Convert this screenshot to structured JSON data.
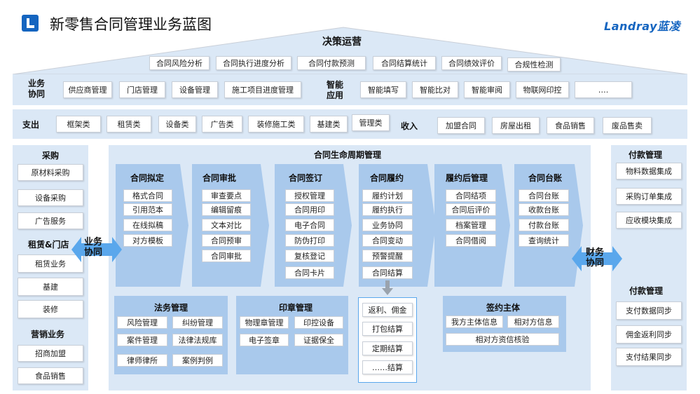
{
  "header": {
    "title": "新零售合同管理业务蓝图",
    "brand": "Landray蓝凌"
  },
  "decision": {
    "title": "决策运营",
    "items": [
      "合同风险分析",
      "合同执行进度分析",
      "合同付款预测",
      "合同结算统计",
      "合同绩效评价",
      "合规性检测"
    ]
  },
  "biz_row": {
    "label": "业务\n协同",
    "items": [
      "供应商管理",
      "门店管理",
      "设备管理",
      "施工项目进度管理"
    ],
    "smart_label": "智能\n应用",
    "smart_items": [
      "智能填写",
      "智能比对",
      "智能审阅",
      "物联网印控",
      "…."
    ]
  },
  "expense_row": {
    "label": "支出",
    "items": [
      "框架类",
      "租赁类",
      "设备类",
      "广告类",
      "装修施工类",
      "基建类",
      "管理类"
    ],
    "income_label": "收入",
    "income_items": [
      "加盟合同",
      "房屋出租",
      "食品销售",
      "废品售卖"
    ]
  },
  "left_panel": {
    "procure_title": "采购",
    "procure_items": [
      "原材料采购",
      "设备采购",
      "广告服务"
    ],
    "lease_title": "租赁&门店",
    "lease_items": [
      "租赁业务",
      "基建",
      "装修"
    ],
    "marketing_title": "营销业务",
    "marketing_items": [
      "招商加盟",
      "食品销售"
    ]
  },
  "left_arrow": {
    "text": "业务\n协同"
  },
  "right_arrow": {
    "text": "财务\n协同"
  },
  "lifecycle": {
    "title": "合同生命周期管理",
    "stages": [
      {
        "title": "合同拟定",
        "items": [
          "格式合同",
          "引用范本",
          "在线拟稿",
          "对方模板"
        ]
      },
      {
        "title": "合同审批",
        "items": [
          "审查要点",
          "编辑留痕",
          "文本对比",
          "合同预审",
          "合同审批"
        ]
      },
      {
        "title": "合同签订",
        "items": [
          "授权管理",
          "合同用印",
          "电子合同",
          "防伪打印",
          "复核登记",
          "合同卡片"
        ]
      },
      {
        "title": "合同履约",
        "items": [
          "履约计划",
          "履约执行",
          "业务协同",
          "合同变动",
          "预警提醒",
          "合同结算"
        ]
      },
      {
        "title": "履约后管理",
        "items": [
          "合同结项",
          "合同后评价",
          "档案管理",
          "合同借阅"
        ]
      },
      {
        "title": "合同台账",
        "items": [
          "合同台账",
          "收款台账",
          "付款台账",
          "查询统计"
        ]
      }
    ],
    "settlement_items": [
      "返利、佣金",
      "打包结算",
      "定期结算",
      "……结算"
    ]
  },
  "legal": {
    "title": "法务管理",
    "items": [
      "风险管理",
      "纠纷管理",
      "案件管理",
      "法律法规库",
      "律师律所",
      "案例判例"
    ]
  },
  "seal": {
    "title": "印章管理",
    "items": [
      "物理章管理",
      "印控设备",
      "电子签章",
      "证据保全"
    ]
  },
  "signer": {
    "title": "签约主体",
    "items": [
      "我方主体信息",
      "相对方信息",
      "相对方资信核验"
    ]
  },
  "right_panel": {
    "pay_title_1": "付款管理",
    "pay_items_1": [
      "物料数据集成",
      "采购订单集成",
      "应收模块集成"
    ],
    "pay_title_2": "付款管理",
    "pay_items_2": [
      "支付数据同步",
      "佣金返利同步",
      "支付结果同步"
    ]
  },
  "colors": {
    "accent": "#1565c0",
    "panel": "#dbe8f6",
    "chevron": "#a9c9ec",
    "arrow": "#5aa7ec"
  }
}
